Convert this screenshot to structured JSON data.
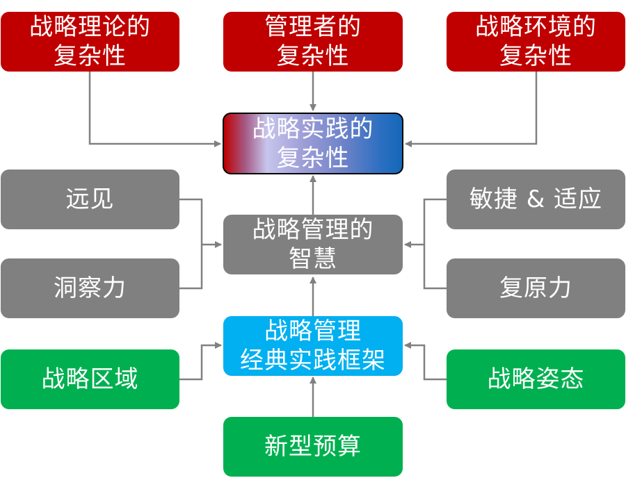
{
  "diagram": {
    "top_boxes": [
      {
        "id": "theory",
        "lines": [
          "战略理论的",
          "复杂性"
        ]
      },
      {
        "id": "manager",
        "lines": [
          "管理者的",
          "复杂性"
        ]
      },
      {
        "id": "environment",
        "lines": [
          "战略环境的",
          "复杂性"
        ]
      }
    ],
    "practice_box": {
      "lines": [
        "战略实践的",
        "复杂性"
      ]
    },
    "wisdom_box": {
      "lines": [
        "战略管理的",
        "智慧"
      ]
    },
    "left_wisdom": [
      {
        "id": "vision",
        "label": "远见"
      },
      {
        "id": "insight",
        "label": "洞察力"
      }
    ],
    "right_wisdom": [
      {
        "id": "agility",
        "label": "敏捷 & 适应"
      },
      {
        "id": "resilience",
        "label": "复原力"
      }
    ],
    "framework_box": {
      "lines": [
        "战略管理",
        "经典实践框架"
      ]
    },
    "domain_box": {
      "label": "战略区域"
    },
    "posture_box": {
      "label": "战略姿态"
    },
    "budget_box": {
      "label": "新型预算"
    }
  },
  "colors": {
    "red": "#c00000",
    "gray": "#808080",
    "green": "#00b050",
    "blue": "#00b0f0",
    "connector": "#808080"
  }
}
